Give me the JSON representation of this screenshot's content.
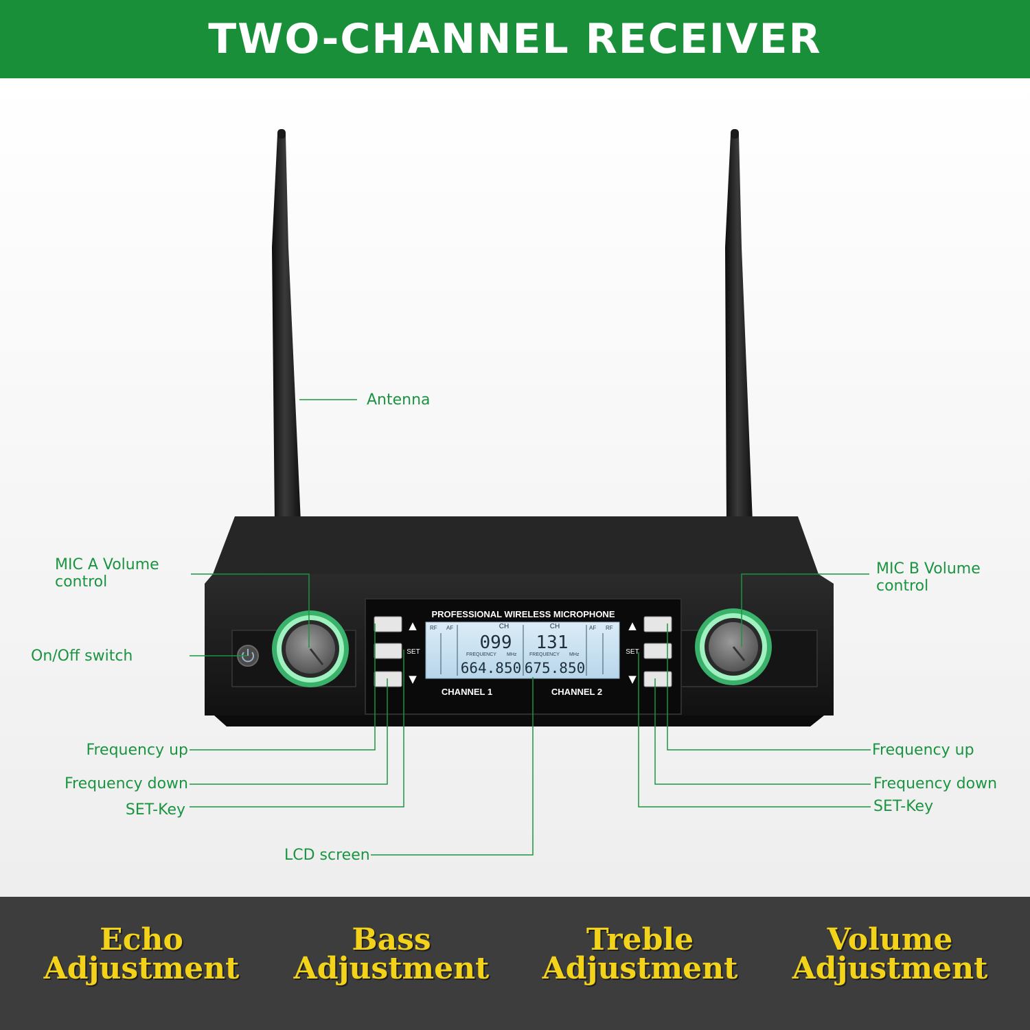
{
  "header": {
    "title": "TWO-CHANNEL RECEIVER"
  },
  "device": {
    "panel_title": "PROFESSIONAL WIRELESS MICROPHONE",
    "channel_1_label": "CHANNEL 1",
    "channel_2_label": "CHANNEL 2",
    "set_label": "SET",
    "up_arrow": "▲",
    "down_arrow": "▼",
    "lcd": {
      "rf_label": "RF",
      "af_label": "AF",
      "ch_label": "CH",
      "frequency_label": "FREQUENCY",
      "mhz_label": "MHz",
      "channel_1": {
        "ch": "099",
        "frequency": "664.850"
      },
      "channel_2": {
        "ch": "131",
        "frequency": "675.850"
      }
    }
  },
  "callouts": {
    "antenna": "Antenna",
    "mic_a_volume": [
      "MIC A Volume",
      "control"
    ],
    "mic_b_volume": [
      "MIC B Volume",
      "control"
    ],
    "on_off": "On/Off switch",
    "left_frequency_up": "Frequency up",
    "left_frequency_down": "Frequency down",
    "left_set_key": "SET-Key",
    "lcd_screen": "LCD screen",
    "right_frequency_up": "Frequency up",
    "right_frequency_down": "Frequency down",
    "right_set_key": "SET-Key"
  },
  "footer": {
    "features": [
      [
        "Echo",
        "Adjustment"
      ],
      [
        "Bass",
        "Adjustment"
      ],
      [
        "Treble",
        "Adjustment"
      ],
      [
        "Volume",
        "Adjustment"
      ]
    ]
  },
  "colors": {
    "header_bg": "#1a8f3a",
    "callout_text": "#1a9440",
    "footer_bg": "#3d3d3d",
    "feature_text": "#f3d21a",
    "knob_glow": "#4fe08a",
    "lcd_bg": "#cfe6f4"
  }
}
